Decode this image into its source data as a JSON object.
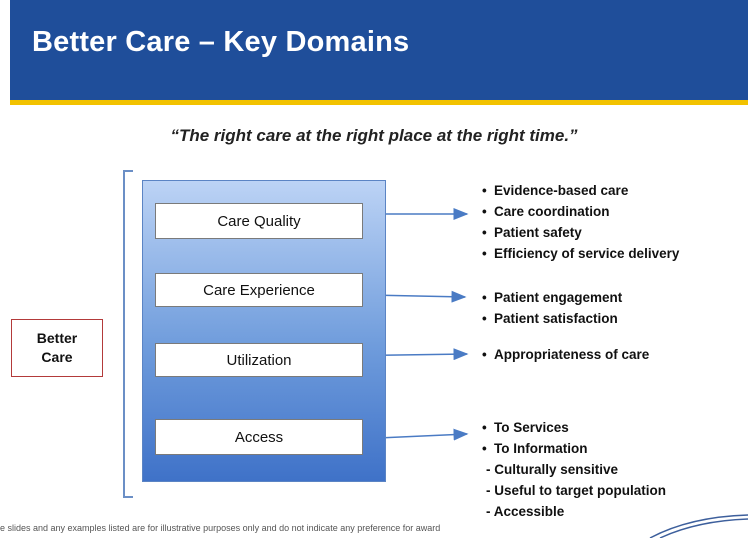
{
  "header": {
    "title": "Better Care – Key Domains"
  },
  "quote": "“The right care at the right place at the right time.”",
  "left_label": {
    "line1": "Better",
    "line2": "Care"
  },
  "domains": [
    {
      "name": "Care Quality"
    },
    {
      "name": "Care Experience"
    },
    {
      "name": "Utilization"
    },
    {
      "name": "Access"
    }
  ],
  "bullets": {
    "care_quality": [
      "Evidence-based care",
      "Care coordination",
      "Patient safety",
      "Efficiency of service delivery"
    ],
    "care_experience": [
      "Patient engagement",
      "Patient satisfaction"
    ],
    "utilization": [
      "Appropriateness of care"
    ],
    "access": [
      "To Services",
      "To Information"
    ],
    "access_sub": [
      "- Culturally sensitive",
      "- Useful to target population",
      "- Accessible"
    ]
  },
  "footer": {
    "disclaimer": "e slides and any examples listed are for illustrative purposes only and do not indicate any preference for award"
  },
  "colors": {
    "header": "#1f4e9a",
    "stripe": "#f2c200",
    "panel": "#6f9cdc",
    "arrow": "#4a7bc4",
    "connector": "#c0504d"
  }
}
